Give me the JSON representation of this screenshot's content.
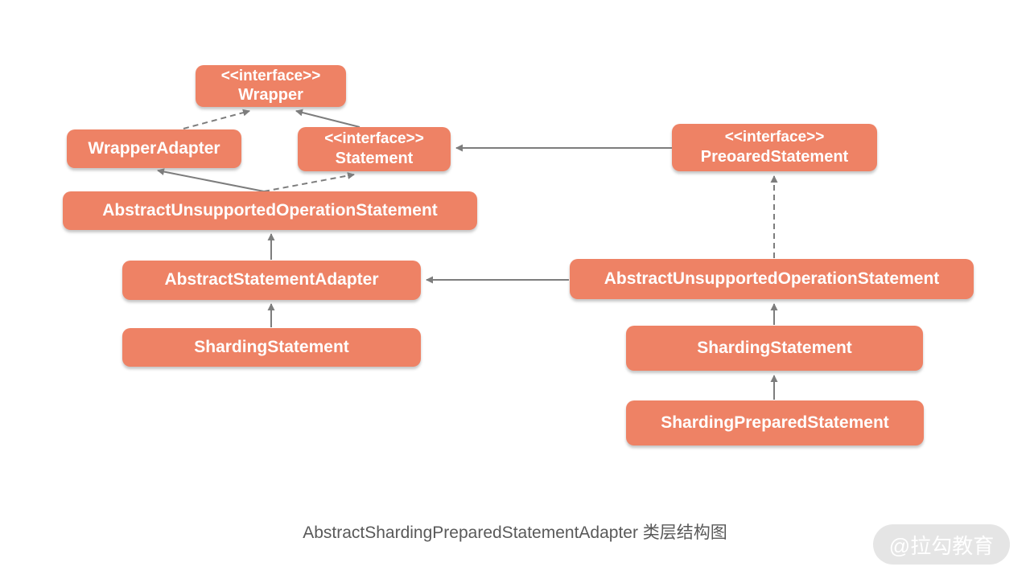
{
  "diagram": {
    "caption": "AbstractShardingPreparedStatementAdapter 类层结构图",
    "watermark": "@拉勾教育",
    "colors": {
      "node_fill": "#ee8265",
      "node_text": "#ffffff",
      "edge_line": "#7d7d7d",
      "caption_text": "#595959",
      "watermark_bg": "#e5e5e5",
      "watermark_text": "#ffffff"
    },
    "nodes": {
      "wrapper": {
        "stereotype": "<<interface>>",
        "name": "Wrapper"
      },
      "wrapper_adapter": {
        "name": "WrapperAdapter"
      },
      "statement": {
        "stereotype": "<<interface>>",
        "name": "Statement"
      },
      "abs_unsupported_left": {
        "name": "AbstractUnsupportedOperationStatement"
      },
      "abs_statement_adapter": {
        "name": "AbstractStatementAdapter"
      },
      "sharding_statement_left": {
        "name": "ShardingStatement"
      },
      "preoared_statement": {
        "stereotype": "<<interface>>",
        "name": "PreoaredStatement"
      },
      "abs_unsupported_right": {
        "name": "AbstractUnsupportedOperationStatement"
      },
      "sharding_statement_right": {
        "name": "ShardingStatement"
      },
      "sharding_prepared_statement": {
        "name": "ShardingPreparedStatement"
      }
    },
    "edges": [
      {
        "from": "WrapperAdapter",
        "to": "Wrapper",
        "style": "dashed"
      },
      {
        "from": "Statement",
        "to": "Wrapper",
        "style": "solid"
      },
      {
        "from": "AbstractUnsupportedOperationStatement (left)",
        "to": "WrapperAdapter",
        "style": "solid"
      },
      {
        "from": "AbstractUnsupportedOperationStatement (left)",
        "to": "Statement",
        "style": "dashed"
      },
      {
        "from": "PreoaredStatement",
        "to": "Statement",
        "style": "solid"
      },
      {
        "from": "AbstractStatementAdapter",
        "to": "AbstractUnsupportedOperationStatement (left)",
        "style": "solid"
      },
      {
        "from": "ShardingStatement (left)",
        "to": "AbstractStatementAdapter",
        "style": "solid"
      },
      {
        "from": "AbstractUnsupportedOperationStatement (right)",
        "to": "PreoaredStatement",
        "style": "dashed"
      },
      {
        "from": "AbstractUnsupportedOperationStatement (right)",
        "to": "AbstractStatementAdapter",
        "style": "solid"
      },
      {
        "from": "ShardingStatement (right)",
        "to": "AbstractUnsupportedOperationStatement (right)",
        "style": "solid"
      },
      {
        "from": "ShardingPreparedStatement",
        "to": "ShardingStatement (right)",
        "style": "solid"
      }
    ]
  }
}
